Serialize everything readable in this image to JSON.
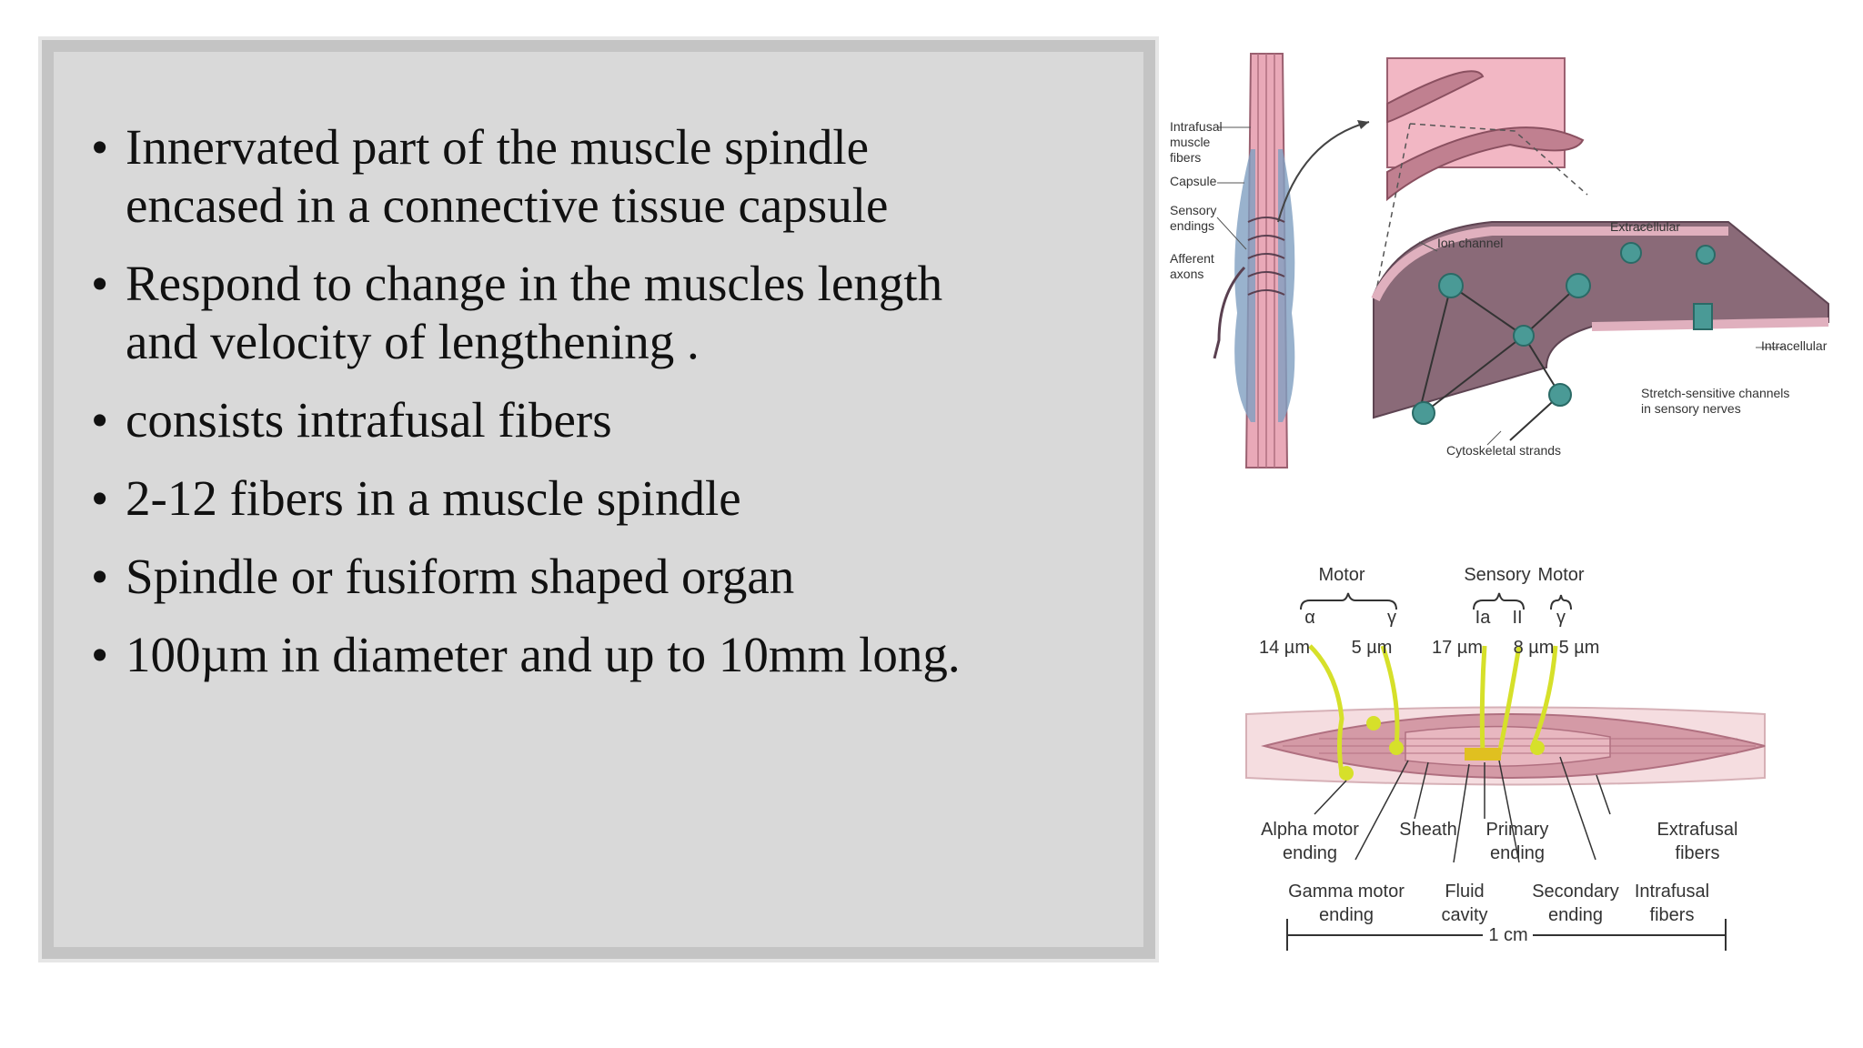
{
  "slide": {
    "bullets": [
      "Innervated part of the muscle spindle encased in a connective tissue capsule",
      "Respond to change in the muscles length and velocity of lengthening .",
      "consists intrafusal fibers",
      "2-12 fibers in a muscle spindle",
      "Spindle or fusiform shaped organ",
      "100µm in diameter and up to 10mm long."
    ]
  },
  "figure_top": {
    "labels": {
      "intrafusal_1": "Intrafusal",
      "intrafusal_2": "muscle",
      "intrafusal_3": "fibers",
      "capsule": "Capsule",
      "sensory_1": "Sensory",
      "sensory_2": "endings",
      "afferent_1": "Afferent",
      "afferent_2": "axons",
      "ion_channel": "Ion channel",
      "extracellular": "Extracellular",
      "intracellular": "Intracellular",
      "stretch_1": "Stretch-sensitive channels",
      "stretch_2": "in sensory nerves",
      "cytoskeletal": "Cytoskeletal strands"
    }
  },
  "figure_bottom": {
    "labels": {
      "motor_left": "Motor",
      "sensory": "Sensory",
      "motor_right": "Motor",
      "alpha": "α",
      "gamma_left": "γ",
      "ia": "Ia",
      "ii": "II",
      "gamma_right": "γ",
      "d14": "14 µm",
      "d5_left": "5 µm",
      "d17": "17 µm",
      "d8": "8 µm",
      "d5_right": "5 µm",
      "alpha_motor_1": "Alpha motor",
      "alpha_motor_2": "ending",
      "sheath": "Sheath",
      "primary_1": "Primary",
      "primary_2": "ending",
      "extrafusal_1": "Extrafusal",
      "extrafusal_2": "fibers",
      "gamma_motor_1": "Gamma motor",
      "gamma_motor_2": "ending",
      "fluid_1": "Fluid",
      "fluid_2": "cavity",
      "secondary_1": "Secondary",
      "secondary_2": "ending",
      "intrafusal_1": "Intrafusal",
      "intrafusal_2": "fibers",
      "scale": "1 cm"
    }
  },
  "colors": {
    "panel_bg": "#d9d9d9",
    "panel_border": "#c4c4c4",
    "muscle_pink": "#e9a9b8",
    "capsule_blue": "#7f9fc0",
    "channel_teal": "#4a9a96",
    "membrane_brown": "#8a6a78",
    "nerve_yellow": "#d6e02a"
  }
}
